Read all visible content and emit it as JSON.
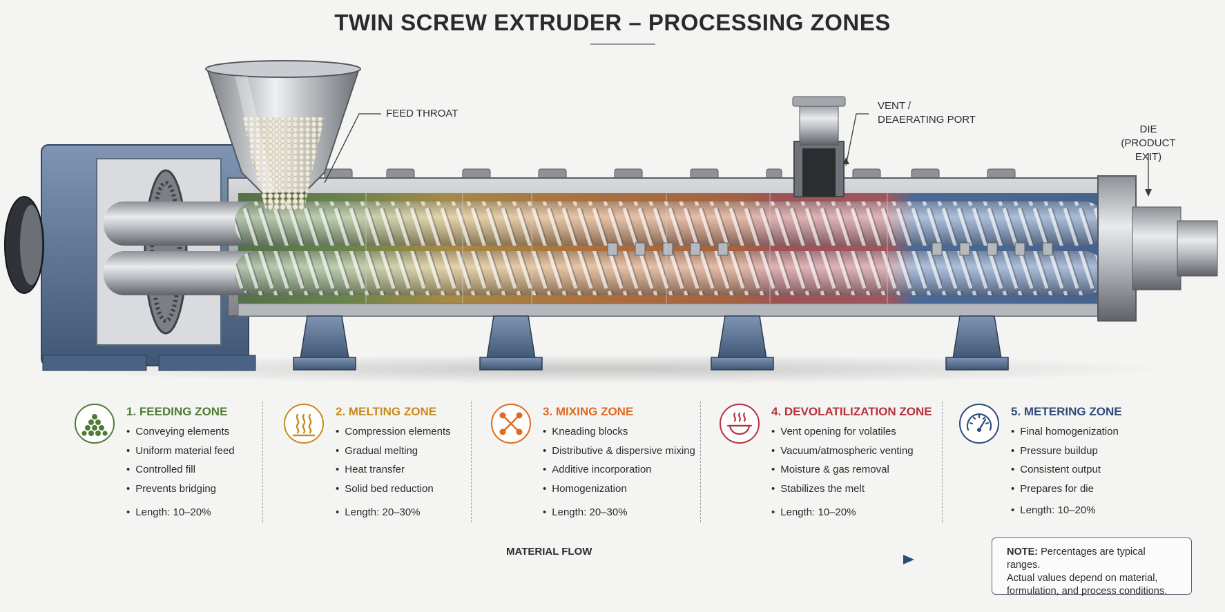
{
  "title": "TWIN SCREW EXTRUDER – PROCESSING ZONES",
  "callouts": {
    "feed_throat": "FEED THROAT",
    "vent_line1": "VENT /",
    "vent_line2": "DEAERATING PORT",
    "die_line1": "DIE",
    "die_line2": "(PRODUCT EXIT)"
  },
  "colors": {
    "feeding": "#4f7b35",
    "melting": "#c98a1b",
    "mixing": "#e0691f",
    "devolatilization": "#b8313a",
    "metering": "#2e4a7a",
    "frame_blue": "#5b7394"
  },
  "zones": [
    {
      "title": "1. FEEDING ZONE",
      "icon": "granules-icon",
      "items": [
        "Conveying elements",
        "Uniform material feed",
        "Controlled fill",
        "Prevents bridging"
      ],
      "length": "Length: 10–20%"
    },
    {
      "title": "2. MELTING ZONE",
      "icon": "heat-waves-icon",
      "items": [
        "Compression elements",
        "Gradual melting",
        "Heat transfer",
        "Solid bed reduction"
      ],
      "length": "Length: 20–30%"
    },
    {
      "title": "3. MIXING ZONE",
      "icon": "mixing-arrows-icon",
      "items": [
        "Kneading blocks",
        "Distributive & dispersive mixing",
        "Additive incorporation",
        "Homogenization"
      ],
      "length": "Length: 20–30%"
    },
    {
      "title": "4. DEVOLATILIZATION ZONE",
      "icon": "vapor-dish-icon",
      "items": [
        "Vent opening for volatiles",
        "Vacuum/atmospheric venting",
        "Moisture & gas removal",
        "Stabilizes the melt"
      ],
      "length": "Length: 10–20%"
    },
    {
      "title": "5. METERING ZONE",
      "icon": "pressure-gauge-icon",
      "items": [
        "Final homogenization",
        "Pressure buildup",
        "Consistent output",
        "Prepares for die"
      ],
      "length": "Length: 10–20%"
    }
  ],
  "flow": {
    "label": "MATERIAL FLOW"
  },
  "note": {
    "label": "NOTE:",
    "line1": "Percentages are typical ranges.",
    "line2": "Actual values depend on material,",
    "line3": "formulation, and process conditions."
  }
}
